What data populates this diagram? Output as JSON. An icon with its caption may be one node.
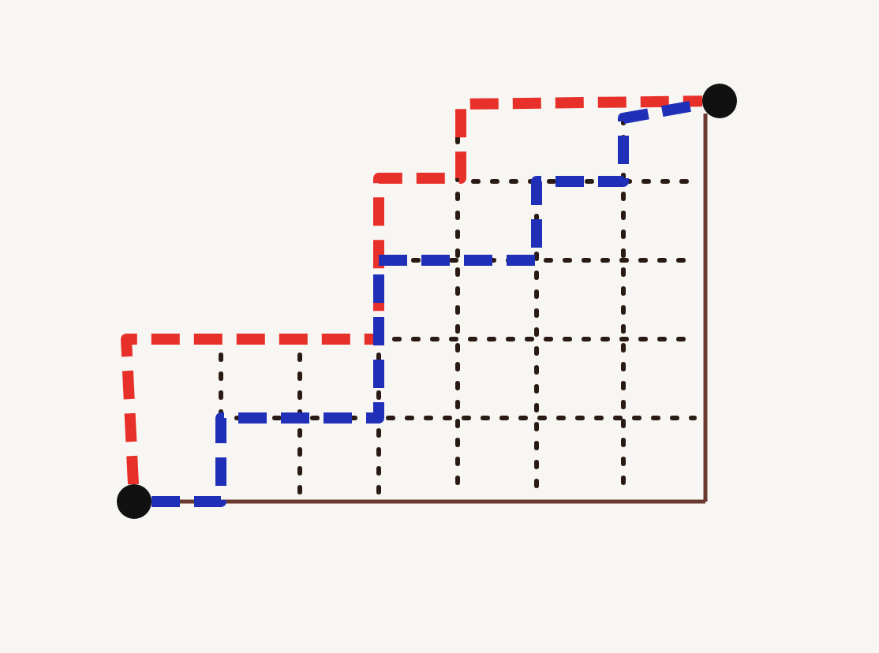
{
  "diagram": {
    "nodes": [
      {
        "text": [],
        "shape": "circle"
      },
      {
        "text": [],
        "shape": "circle"
      }
    ],
    "edges": [
      {
        "from": 0,
        "to": 1,
        "arrow": "none",
        "style": "dashed",
        "color": "#e8302a"
      },
      {
        "from": 0,
        "to": 1,
        "arrow": "none",
        "style": "dashed",
        "color": "#1f2fb8"
      }
    ]
  }
}
